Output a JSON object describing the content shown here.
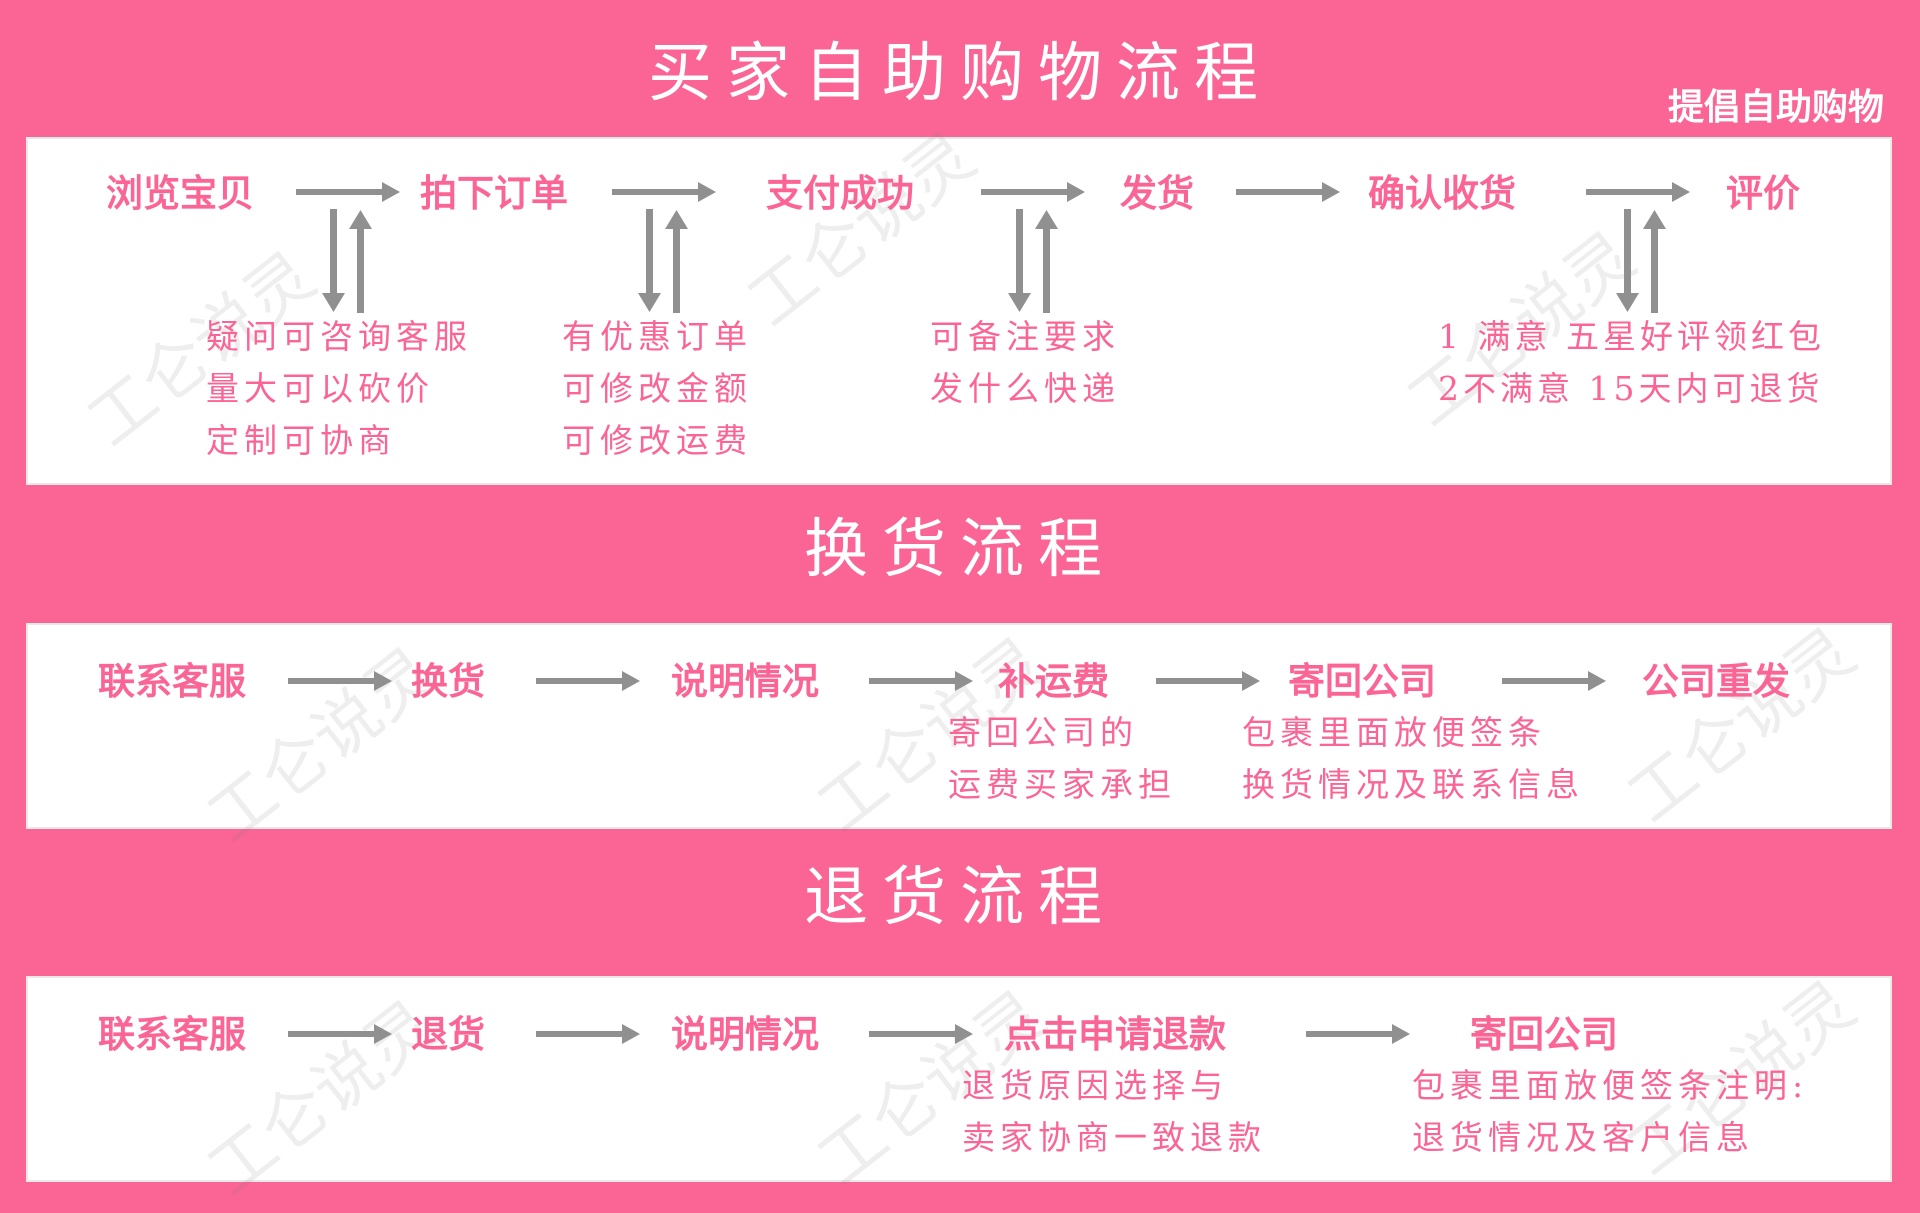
{
  "main_title": "买家自助购物流程",
  "tagline": "提倡自助购物",
  "watermark": "工仑说灵",
  "colors": {
    "background": "#fb6595",
    "panel": "#ffffff",
    "arrow": "#909090",
    "text": "#fb6595"
  },
  "purchase": {
    "steps": [
      "浏览宝贝",
      "拍下订单",
      "支付成功",
      "发货",
      "确认收货",
      "评价"
    ],
    "notes": [
      [
        "疑问可咨询客服",
        "量大可以砍价",
        "定制可协商"
      ],
      [
        "有优惠订单",
        "可修改金额",
        "可修改运费"
      ],
      [
        "可备注要求",
        "发什么快递"
      ],
      [
        "1 满意 五星好评领红包",
        "2不满意 15天内可退货"
      ]
    ]
  },
  "exchange": {
    "title": "换货流程",
    "steps": [
      "联系客服",
      "换货",
      "说明情况",
      "补运费",
      "寄回公司",
      "公司重发"
    ],
    "notes": [
      [
        "寄回公司的",
        "运费买家承担"
      ],
      [
        "包裹里面放便签条",
        "换货情况及联系信息"
      ]
    ]
  },
  "return": {
    "title": "退货流程",
    "steps": [
      "联系客服",
      "退货",
      "说明情况",
      "点击申请退款",
      "寄回公司"
    ],
    "notes": [
      [
        "退货原因选择与",
        "卖家协商一致退款"
      ],
      [
        "包裹里面放便签条注明:",
        "退货情况及客户信息"
      ]
    ]
  }
}
